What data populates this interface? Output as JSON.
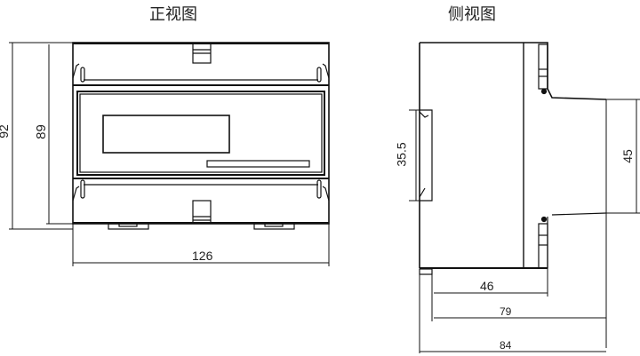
{
  "front_view": {
    "title": "正视图",
    "dimensions": {
      "width": "126",
      "height_outer": "92",
      "height_inner": "89"
    }
  },
  "side_view": {
    "title": "侧视图",
    "dimensions": {
      "rail_height": "35.5",
      "front_height": "45",
      "depth_46": "46",
      "depth_79": "79",
      "depth_84": "84"
    }
  }
}
